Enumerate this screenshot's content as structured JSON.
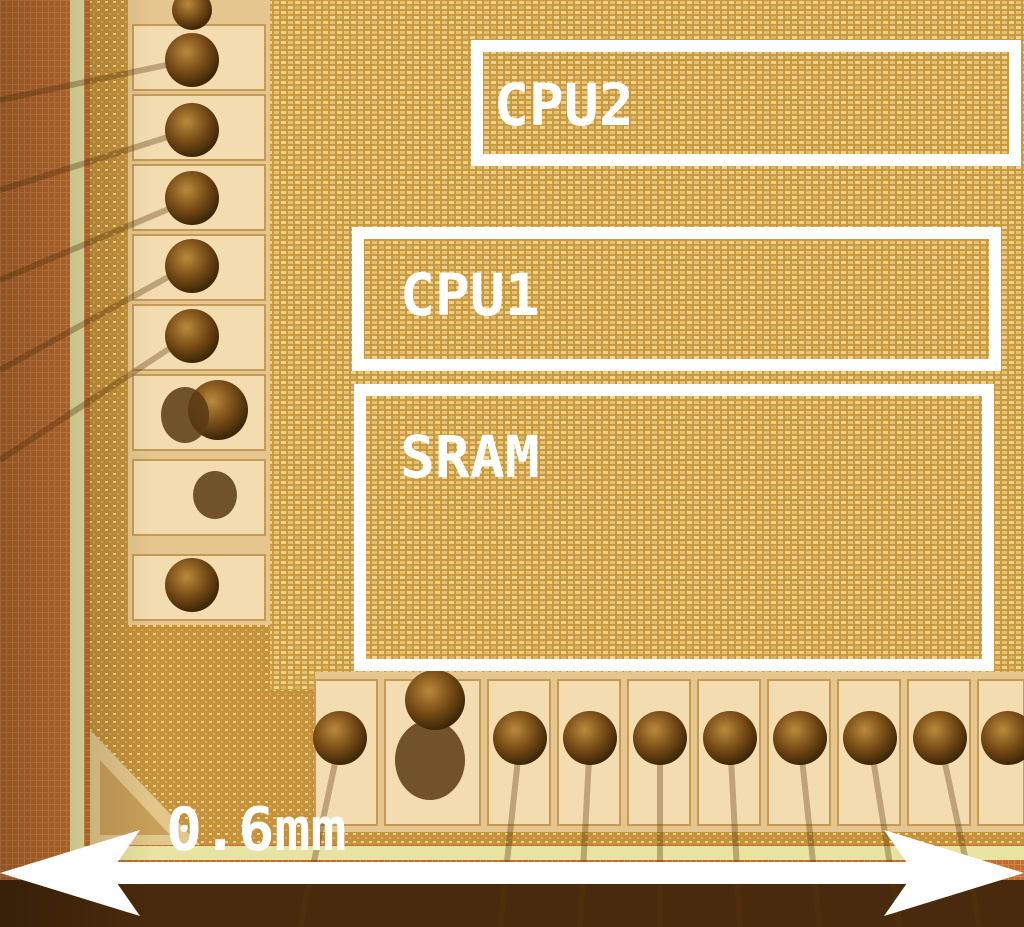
{
  "regions": {
    "cpu2": {
      "label": "CPU2"
    },
    "cpu1": {
      "label": "CPU1"
    },
    "sram": {
      "label": "SRAM"
    }
  },
  "scale_bar": {
    "label": "0.6mm"
  },
  "colors": {
    "die_base": "#c9953a",
    "die_light": "#e2b45a",
    "substrate": "#b8682e",
    "seal_ring": "#e8e3a0",
    "pad_ring": "#e9cf9c",
    "bond_ball": "#7a4e17",
    "annotation": "#ffffff"
  },
  "icons": {
    "scale_arrow": "double-headed-arrow-icon"
  }
}
